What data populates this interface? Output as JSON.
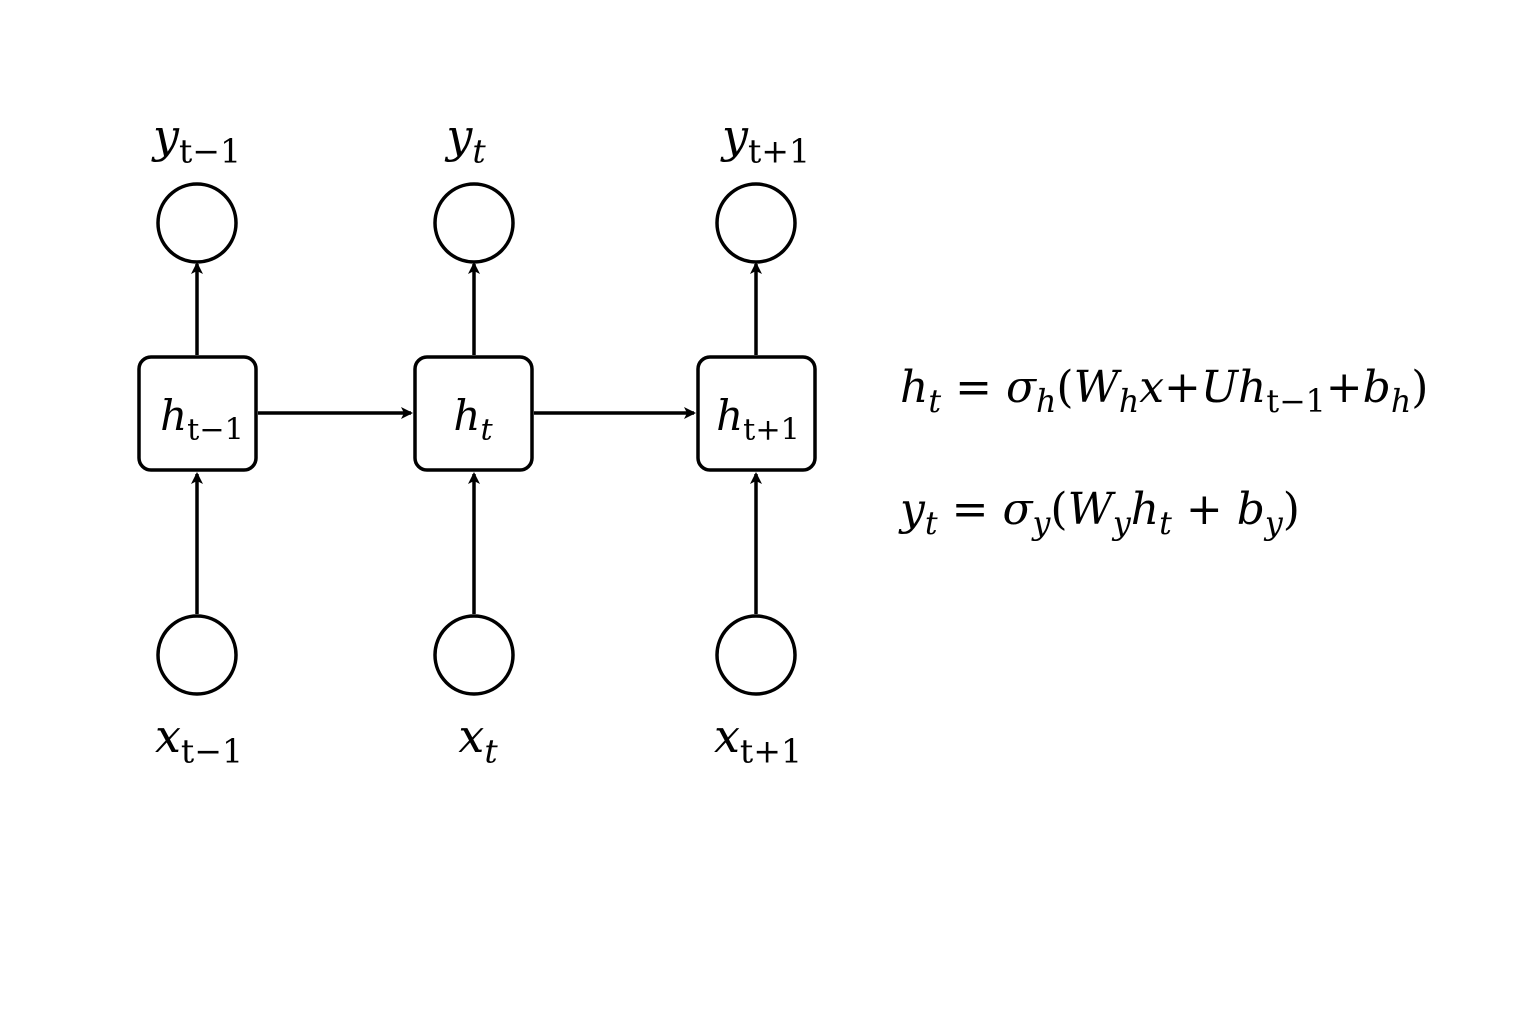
{
  "outputs": [
    {
      "base": "y",
      "sub": "t−1"
    },
    {
      "base": "y",
      "sub": "t"
    },
    {
      "base": "y",
      "sub": "t+1"
    }
  ],
  "hidden": [
    {
      "base": "h",
      "sub": "t−1"
    },
    {
      "base": "h",
      "sub": "t"
    },
    {
      "base": "h",
      "sub": "t+1"
    }
  ],
  "inputs": [
    {
      "base": "x",
      "sub": "t−1"
    },
    {
      "base": "x",
      "sub": "t"
    },
    {
      "base": "x",
      "sub": "t+1"
    }
  ],
  "equations": {
    "hidden": {
      "lhs_base": "h",
      "lhs_sub": "t",
      "eq": "=",
      "sigma": "σ",
      "sigma_sub": "h",
      "open": "(",
      "w": "W",
      "w_sub": "h",
      "x": "x",
      "plus1": "+",
      "u": "U",
      "uh": "h",
      "uh_sub": "t−1",
      "plus2": "+",
      "b": "b",
      "b_sub": "h",
      "close": ")"
    },
    "output": {
      "lhs_base": "y",
      "lhs_sub": "t",
      "eq": "=",
      "sigma": "σ",
      "sigma_sub": "y",
      "open": "(",
      "w": "W",
      "w_sub": "y",
      "h": "h",
      "h_sub": "t",
      "plus": "+",
      "b": "b",
      "b_sub": "y",
      "close": ")"
    }
  }
}
